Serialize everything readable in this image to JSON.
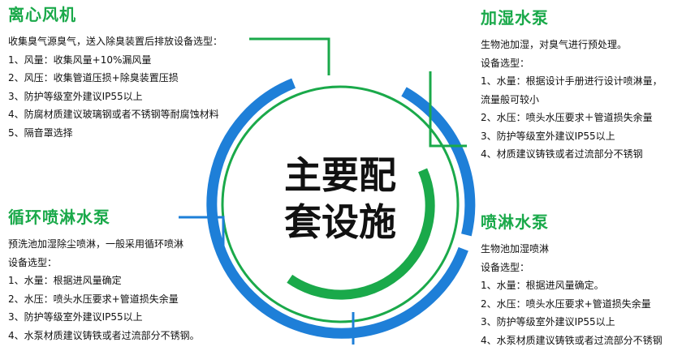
{
  "center_title": [
    "主要配",
    "套设施"
  ],
  "colors": {
    "green": "#1aa94a",
    "blue": "#1e7fd8"
  },
  "blocks": [
    {
      "id": "centrifugal-fan",
      "title": "离心风机",
      "lines": [
        "收集臭气源臭气，送入除臭装置后排放设备选型：",
        "1、风量：收集风量+10%漏风量",
        "2、风压：收集管道压损+除臭装置压损",
        "3、防护等级室外建议IP55以上",
        "4、防腐材质建议玻璃钢或者不锈钢等耐腐蚀材料",
        "5、隔音罩选择"
      ]
    },
    {
      "id": "humidifier-pump",
      "title": "加湿水泵",
      "lines": [
        "生物池加湿，对臭气进行预处理。",
        "设备选型：",
        "1、水量：根据设计手册进行设计喷淋量，",
        "流量般可较小",
        "2、水压：喷头水压要求＋管道损失余量",
        "3、防护等级室外建议IP55以上",
        "4、材质建议铸铁或者过流部分不锈钢"
      ]
    },
    {
      "id": "circulating-spray-pump",
      "title": "循环喷淋水泵",
      "lines": [
        "预洗池加湿除尘喷淋，一般采用循环喷淋",
        "设备选型：",
        "1、水量：根据进风量确定",
        "2、水压：喷头水压要求+管道损失余量",
        "3、防护等级室外建议IP55以上",
        "4、水泵材质建议铸铁或者过流部分不锈钢。"
      ]
    },
    {
      "id": "spray-pump",
      "title": "喷淋水泵",
      "lines": [
        "生物池加湿喷淋",
        "设备选型：",
        "1、水量：根据进风量确定。",
        "2、水压：喷头水压要求+管道损失余量",
        "3、防护等级室外建议IP55以上",
        "4、水泵材质建议铸铁或者过流部分不锈钢"
      ]
    }
  ]
}
